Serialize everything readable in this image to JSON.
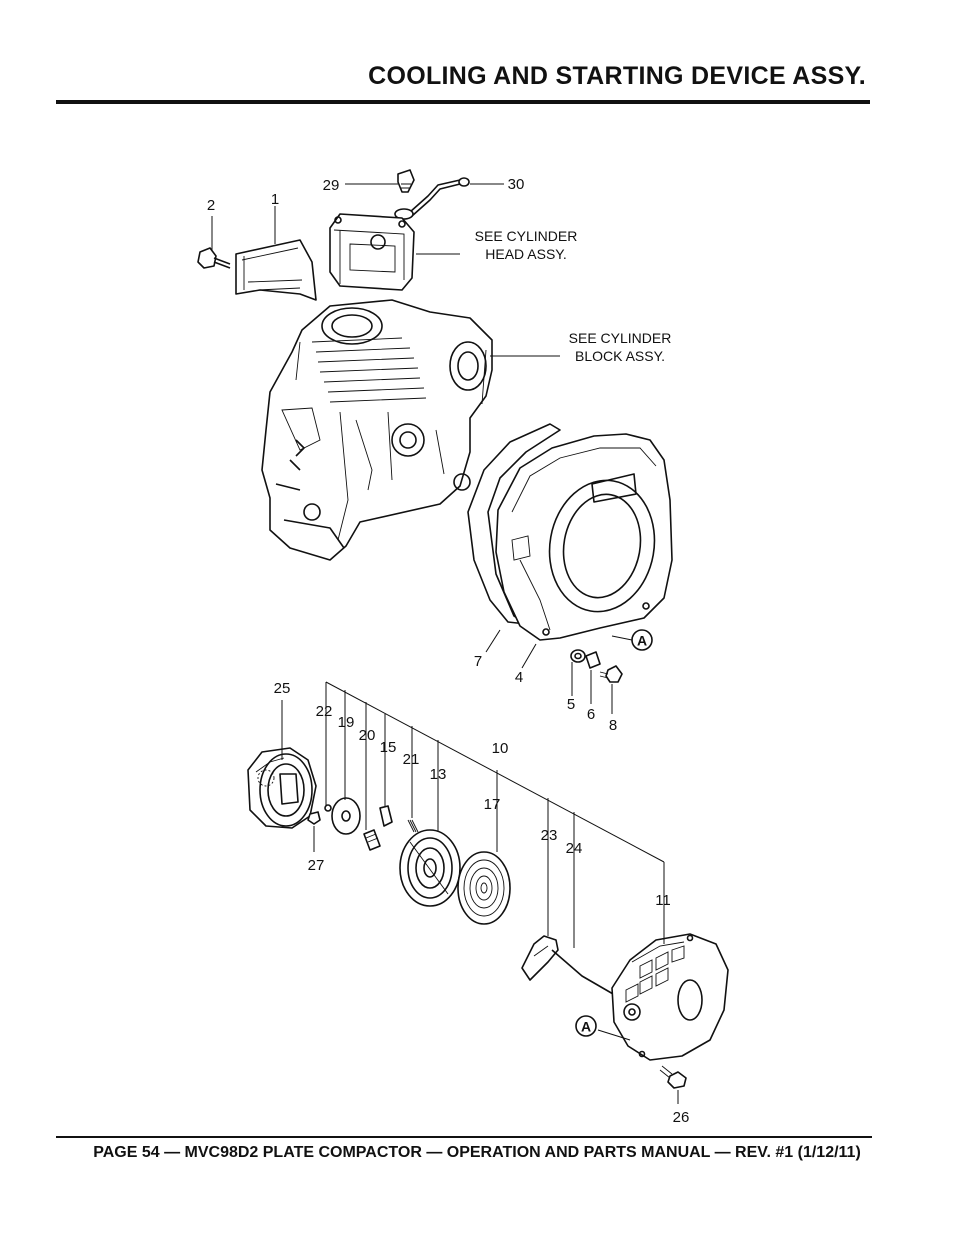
{
  "header": {
    "title": "COOLING AND STARTING DEVICE ASSY."
  },
  "footer": {
    "text": "PAGE 54 — MVC98D2 PLATE COMPACTOR — OPERATION AND PARTS MANUAL — REV. #1 (1/12/11)"
  },
  "notes": {
    "cylinder_head": [
      "SEE CYLINDER",
      "HEAD ASSY."
    ],
    "cylinder_block": [
      "SEE CYLINDER",
      "BLOCK ASSY."
    ]
  },
  "reference_marker": "A",
  "callouts": {
    "p1": "1",
    "p2": "2",
    "p4": "4",
    "p5": "5",
    "p6": "6",
    "p7": "7",
    "p8": "8",
    "p10": "10",
    "p11": "11",
    "p13": "13",
    "p15": "15",
    "p17": "17",
    "p19": "19",
    "p20": "20",
    "p21": "21",
    "p22": "22",
    "p23": "23",
    "p24": "24",
    "p25": "25",
    "p26": "26",
    "p27": "27",
    "p29": "29",
    "p30": "30"
  }
}
